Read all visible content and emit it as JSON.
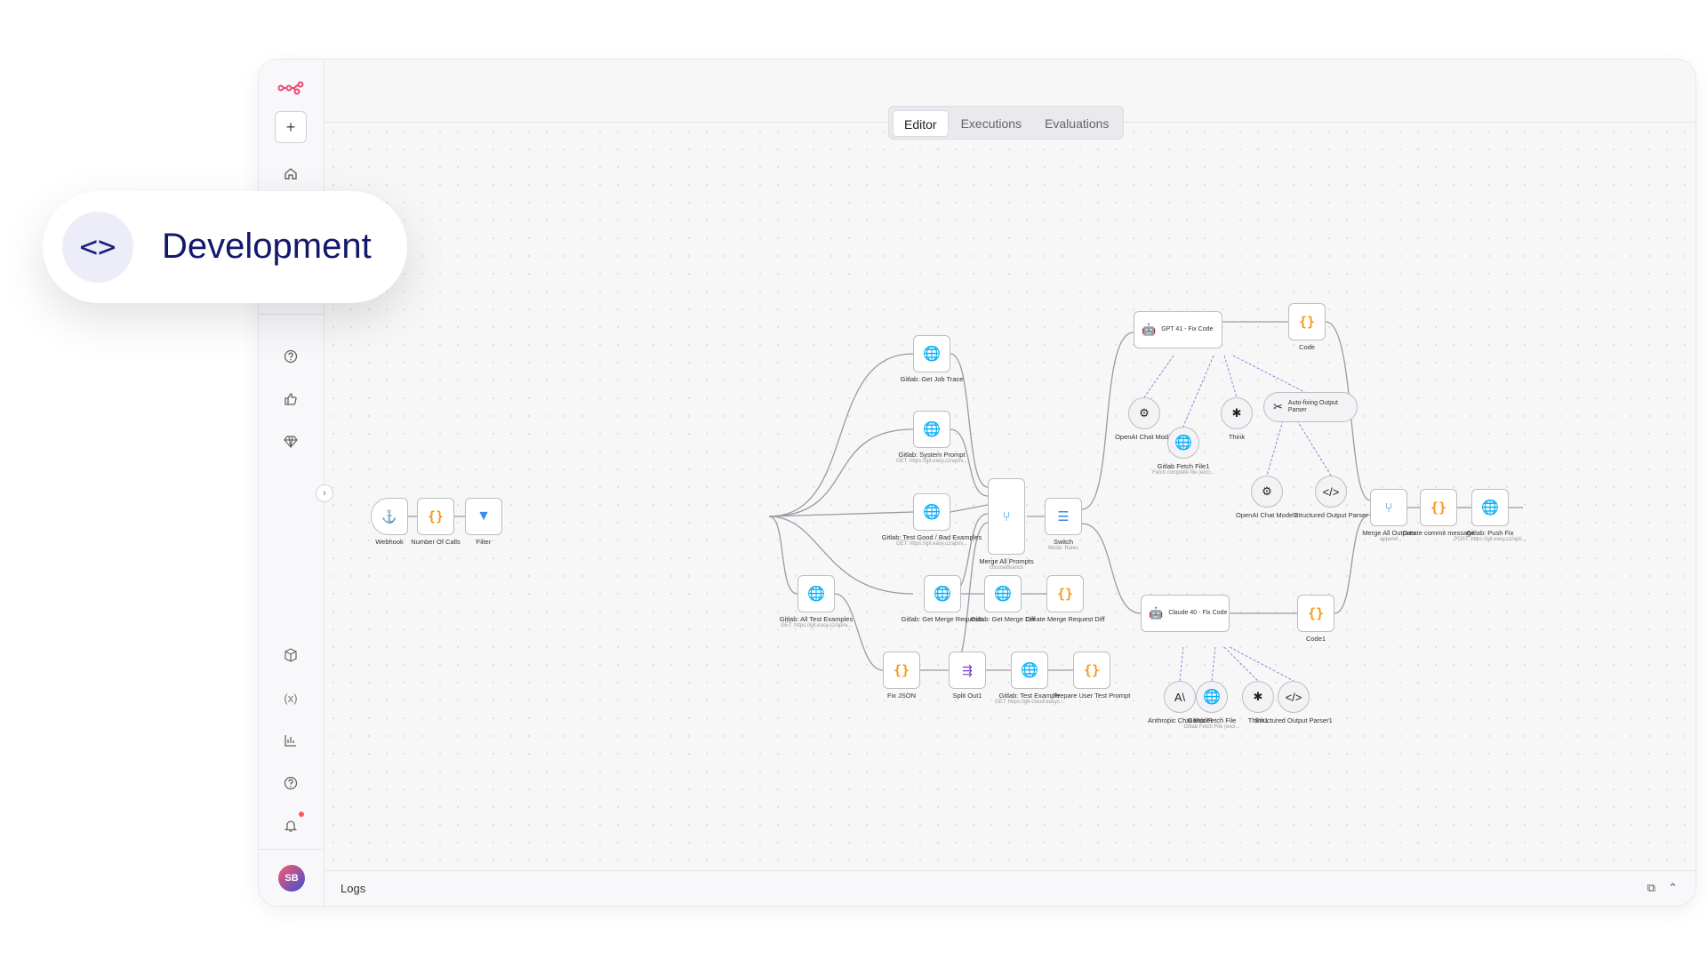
{
  "tabs": {
    "editor": "Editor",
    "executions": "Executions",
    "evaluations": "Evaluations"
  },
  "callout": {
    "label": "Development"
  },
  "logs": {
    "label": "Logs"
  },
  "user": {
    "initials": "SB"
  },
  "nodes": {
    "webhook": "Webhook",
    "number_of_calls": "Number Of Calls",
    "filter": "Filter",
    "get_job_trace": "Gitlab: Get Job Trace",
    "system_prompt": "Gitlab: System Prompt",
    "system_prompt_sub": "GET: https://git.easy.cz/api/v...",
    "test_good_bad": "Gitlab: Test Good / Bad Examples",
    "test_good_bad_sub": "GET: https://git.easy.cz/api/v...",
    "all_test_examples": "Gitlab: All Test Examples",
    "all_test_examples_sub": "GET: https://git.easy.cz/api/v...",
    "get_merge_requests": "Gitlab: Get Merge Requests",
    "get_merge_diff": "Gitlab: Get Merge Diff",
    "create_merge_request_diff": "Create Merge Request Diff",
    "fix_json": "Fix JSON",
    "split_out": "Split Out1",
    "test_example": "Gitlab: Test Example",
    "test_example_sub": "GET: https://git-cloud.easys...",
    "prepare_user_test_prompt": "Prepare User Test Prompt",
    "merge_all_prompts": "Merge All Prompts",
    "merge_all_prompts_sub": "chooseBranch",
    "switch": "Switch",
    "switch_sub": "Mode: Rules",
    "gpt41": "GPT 41 - Fix Code",
    "code": "Code",
    "openai_chat_model": "OpenAI Chat Model",
    "gitlab_fetch_file1": "Gitlab Fetch File1",
    "gitlab_fetch_file1_sub": "Fetch complete file (excl...",
    "think": "Think",
    "auto_fixing": "Auto-fixing Output Parser",
    "openai_chat_model2": "OpenAI Chat Model2",
    "structured_output_parser": "Structured Output Parser",
    "claude40": "Claude 40 - Fix Code",
    "code1": "Code1",
    "anthropic_chat_model": "Anthropic Chat Model",
    "gitlab_fetch_file": "Gitlab Fetch File",
    "gitlab_fetch_file_sub": "Gitlab Fetch File (excl...",
    "think1": "Think1",
    "structured_output_parser1": "Structured Output Parser1",
    "merge_all_outputs": "Merge All Outputs",
    "merge_all_outputs_sub": "append",
    "create_commit_message": "Create commit message",
    "push_fix": "Gitlab: Push Fix",
    "push_fix_sub": "POST: https://git.easy.cz/api/..."
  },
  "icons": {
    "logo": "n8n-logo-icon",
    "home": "home-icon",
    "help": "question-icon",
    "thumbs": "thumbs-up-icon",
    "gem": "gem-icon",
    "templates": "box-icon",
    "variables": "variables-icon",
    "insights": "chart-icon",
    "bell": "bell-icon"
  },
  "colors": {
    "brand": "#ea4b71",
    "callout_text": "#14186b",
    "code_icon": "#f39a1e",
    "globe_icon": "#2f4ecf"
  }
}
